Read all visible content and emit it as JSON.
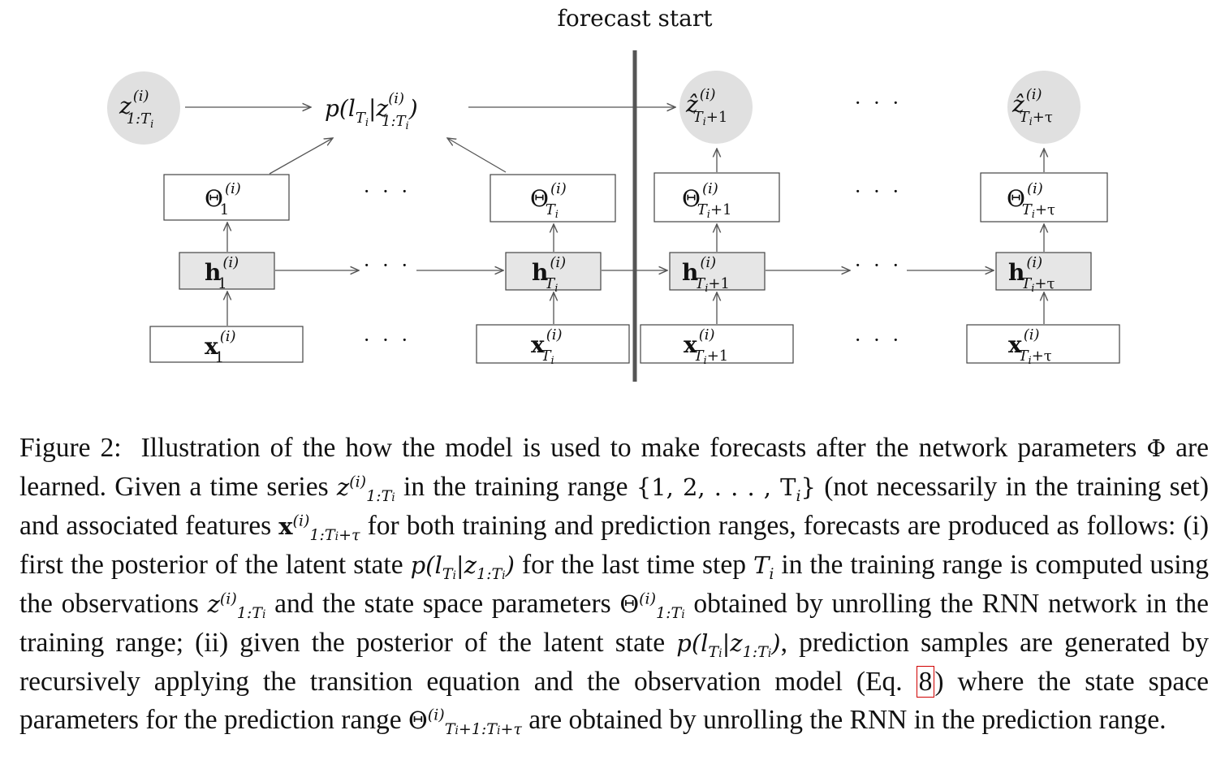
{
  "figure": {
    "forecast_label": "forecast start",
    "observed_node": {
      "base": "z",
      "sup": "(i)",
      "sub": "1:T",
      "sub2": "i"
    },
    "posterior": {
      "text": "p(l",
      "sub": "T",
      "sub2": "i",
      "mid": "|z",
      "sup": "(i)",
      "zsub": "1:T",
      "zsub2": "i",
      "close": ")"
    },
    "pred_node_1": {
      "base": "ẑ",
      "sup": "(i)",
      "sub": "T",
      "sub2": "i",
      "sub3": "+1"
    },
    "pred_node_2": {
      "base": "ẑ",
      "sup": "(i)",
      "sub": "T",
      "sub2": "i",
      "sub3": "+τ"
    },
    "dots": "· · ·",
    "theta": {
      "base": "Θ",
      "sup": "(i)"
    },
    "h": {
      "base": "h",
      "sup": "(i)"
    },
    "x": {
      "base": "x",
      "sup": "(i)"
    },
    "subs": {
      "one": "1",
      "ti": "T",
      "i": "i",
      "plus1": "+1",
      "plustau": "+τ"
    }
  },
  "caption": {
    "prefix": "Figure 2:",
    "s1": "Illustration of the how the model is used to make forecasts after the network parameters",
    "phi": "Φ",
    "s2": "are learned. Given a time series",
    "z": "z",
    "zsup": "(i)",
    "zsub": "1:T",
    "zsub_i": "i",
    "s3": "in the training range",
    "set": "{1, 2, . . . , T",
    "set_i": "i",
    "set_close": "}",
    "s4": "(not necessarily in the training set) and associated features",
    "x": "x",
    "xsup": "(i)",
    "xsub": "1:T",
    "xsub_i": "i",
    "xsub_tail": "+τ",
    "s5": "for both training and prediction ranges, forecasts are produced as follows: (i) first the posterior of the latent state",
    "post1": "p(l",
    "post_sub": "T",
    "post_sub_i": "i",
    "post_mid": "|z",
    "post_zsub": "1:T",
    "post_zsub_i": "i",
    "post_close": ")",
    "s6": "for the last time step",
    "t": "T",
    "t_i": "i",
    "s7": "in the training range is computed using the observations",
    "s8": "and the state space parameters",
    "theta": "Θ",
    "s9": "obtained by unrolling the RNN network in the training range; (ii) given the posterior of the latent state",
    "s10": ", prediction samples are generated by recursively applying the transition equation and the observation model (Eq.",
    "eq_ref": "8",
    "s11": ") where the state space parameters for the prediction range",
    "theta2_sub": "T",
    "theta2_sub_i": "i",
    "theta2_sub_tail": "+1:T",
    "theta2_sub_tail_i": "i",
    "theta2_sub_end": "+τ",
    "s12": "are obtained by unrolling the RNN in the prediction range."
  }
}
